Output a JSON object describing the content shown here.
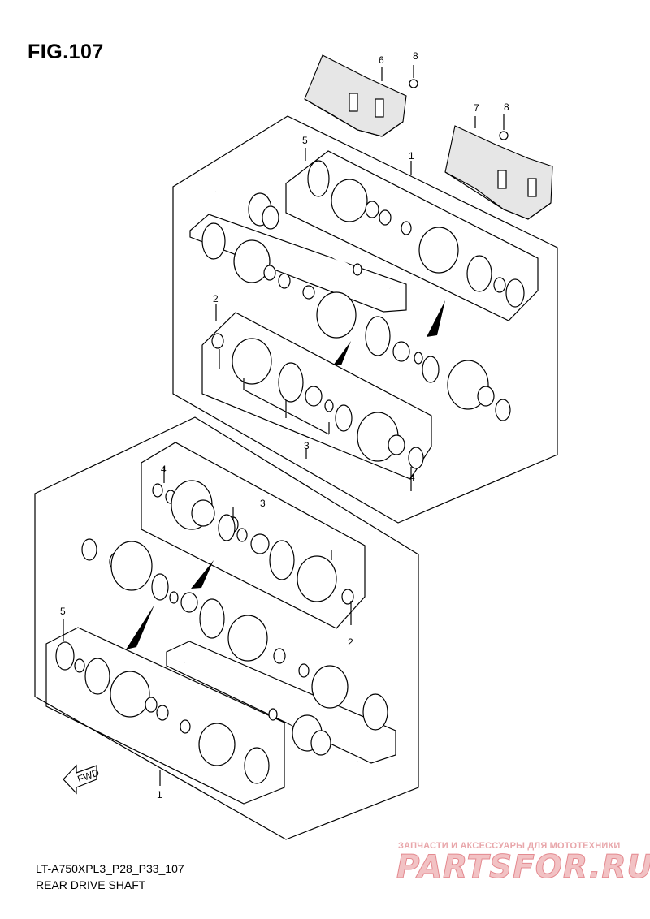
{
  "figure": {
    "title": "FIG.107"
  },
  "callouts": {
    "c1_top": "1",
    "c2_top": "2",
    "c3_top": "3",
    "c4_top": "4",
    "c5_top": "5",
    "c6": "6",
    "c7": "7",
    "c8a": "8",
    "c8b": "8",
    "c1_bot": "1",
    "c2_bot": "2",
    "c3_bot": "3",
    "c4_bot": "4",
    "c5_bot": "5"
  },
  "fwd_label": "FWD",
  "footer": {
    "model_code": "LT-A750XPL3_P28_P33_107",
    "section_name": "REAR DRIVE SHAFT"
  },
  "watermark": {
    "tagline": "ЗАПЧАСТИ И АКСЕССУАРЫ ДЛЯ МОТОТЕХНИКИ",
    "logo": "PARTSFOR.RU"
  },
  "colors": {
    "line": "#000000",
    "watermark": "#e48a90"
  }
}
